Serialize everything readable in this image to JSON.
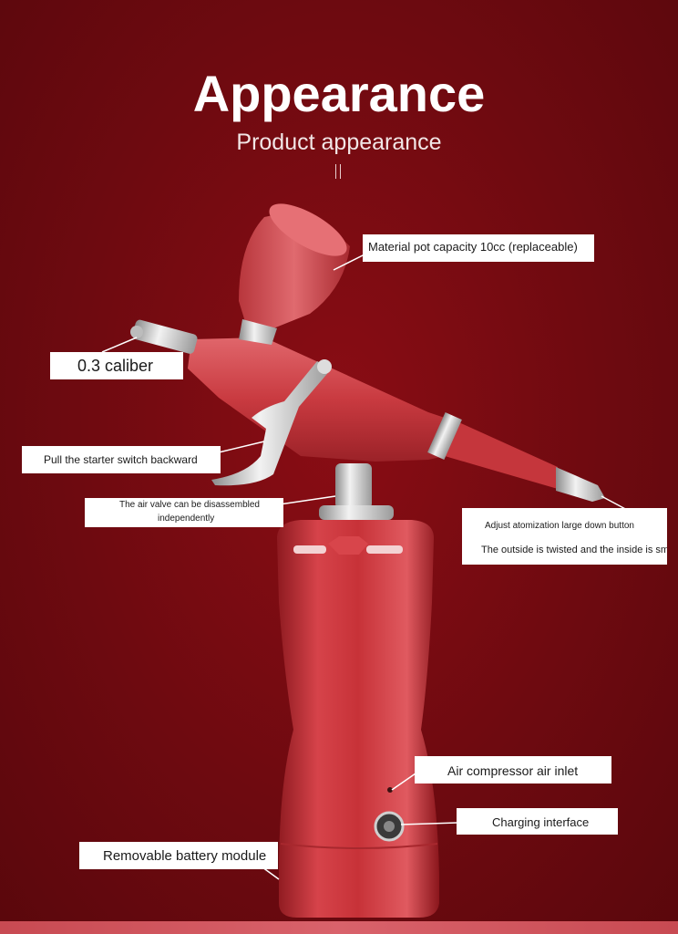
{
  "header": {
    "title": "Appearance",
    "subtitle": "Product appearance"
  },
  "callouts": {
    "material_pot": "Material pot capacity 10cc (replaceable)",
    "caliber": "0.3 caliber",
    "starter_switch": "Pull the starter switch backward",
    "air_valve_line1": "The air valve can be disassembled",
    "air_valve_line2": "independently",
    "adjust_button": "Adjust atomization large down button",
    "adjust_note": "The outside is twisted and the inside is small",
    "air_inlet": "Air compressor air inlet",
    "charging": "Charging interface",
    "battery": "Removable battery module"
  },
  "colors": {
    "background": "#6e0a10",
    "product_red": "#c8343a",
    "label_bg": "#ffffff"
  }
}
